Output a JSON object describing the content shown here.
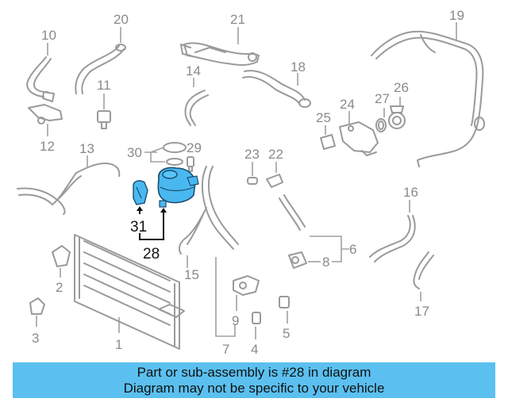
{
  "callouts": {
    "c1": "1",
    "c2": "2",
    "c3": "3",
    "c4": "4",
    "c5": "5",
    "c6": "6",
    "c7": "7",
    "c8": "8",
    "c9": "9",
    "c10": "10",
    "c11": "11",
    "c12": "12",
    "c13": "13",
    "c14": "14",
    "c15": "15",
    "c16": "16",
    "c17": "17",
    "c18": "18",
    "c19": "19",
    "c20": "20",
    "c21": "21",
    "c22": "22",
    "c23": "23",
    "c24": "24",
    "c25": "25",
    "c26": "26",
    "c27": "27",
    "c28": "28",
    "c29": "29",
    "c30": "30",
    "c31": "31"
  },
  "highlighted_part": "28",
  "colors": {
    "highlight_fill": "#4ab8f0",
    "banner_bg": "#5bc0f0",
    "line_art": "#9a9a9a"
  },
  "banner": {
    "line1": "Part or sub-assembly is #28 in diagram",
    "line2": "Diagram may not be specific to your vehicle"
  }
}
